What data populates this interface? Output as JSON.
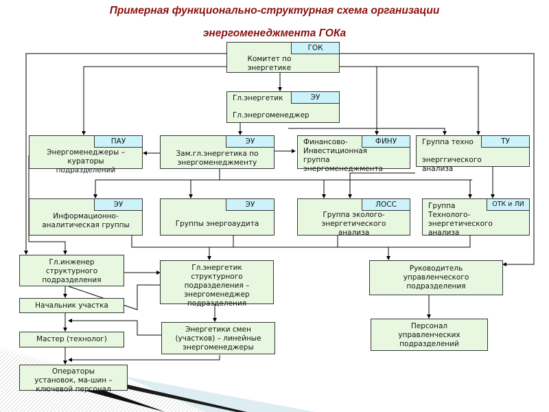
{
  "title": {
    "line1": "Примерная функционально-структурная схема организации",
    "line2": "энергоменеджмента ГОКа"
  },
  "boxes": {
    "committee": {
      "tag": "ГОК",
      "text": "Комитет по\nэнергетике"
    },
    "chief_energy": {
      "tag": "ЭУ",
      "line1": "Гл.энергетик",
      "line2": "Гл.энергоменеджер"
    },
    "curators": {
      "tag": "ПАУ",
      "text": "Энергоменеджеры –\nкураторы\nподразделений"
    },
    "deputy": {
      "tag": "ЭУ",
      "text": "Зам.гл.энергетика по\nэнергоменеджменту"
    },
    "finance": {
      "tag": "ФИНУ",
      "text": "Финансово-\nИнвестиционная\nгруппа\nэнергоменеджмента"
    },
    "techno_group": {
      "tag": "ТУ",
      "line1": "Группа техно",
      "line2": "энерггического\nанализа"
    },
    "info_analytic": {
      "tag": "ЭУ",
      "text": "Информационно-\nаналитическая группы"
    },
    "audit": {
      "tag": "ЭУ",
      "text": "Группы энергоаудита"
    },
    "eco_energy": {
      "tag": "ЛОСС",
      "text": "Группа эколого-\nэнергетического\nанализа"
    },
    "tech_energy": {
      "tag": "ОТК и ЛИ",
      "text": "Группа\nТехнолого-\nэнергетического\nанализа"
    },
    "chief_engineer": {
      "text": "Гл.инженер\nструктурного\nподразделения"
    },
    "unit_energy": {
      "text": "Гл.энергетик\nструктурного\nподразделения –\nэнергоменеджер\nподразделения"
    },
    "section_head": {
      "text": "Начальник участка"
    },
    "master": {
      "text": "Мастер (технолог)"
    },
    "shift_energy": {
      "text": "Энергетики смен\n(участков) – линейные\nэнергоменеджеры"
    },
    "operators": {
      "text": "Операторы\nустановок, ма-шин –\nключевой персонал"
    },
    "mgmt_head": {
      "text": "Руководитель\nуправленческого\nподразделения"
    },
    "mgmt_staff": {
      "text": "Персонал\nуправленческих\nподразделений"
    }
  },
  "colors": {
    "title": "#8b0f0f",
    "box_fill": "#e8f7e0",
    "tag_fill": "#cdf3fa",
    "line": "#000000"
  }
}
